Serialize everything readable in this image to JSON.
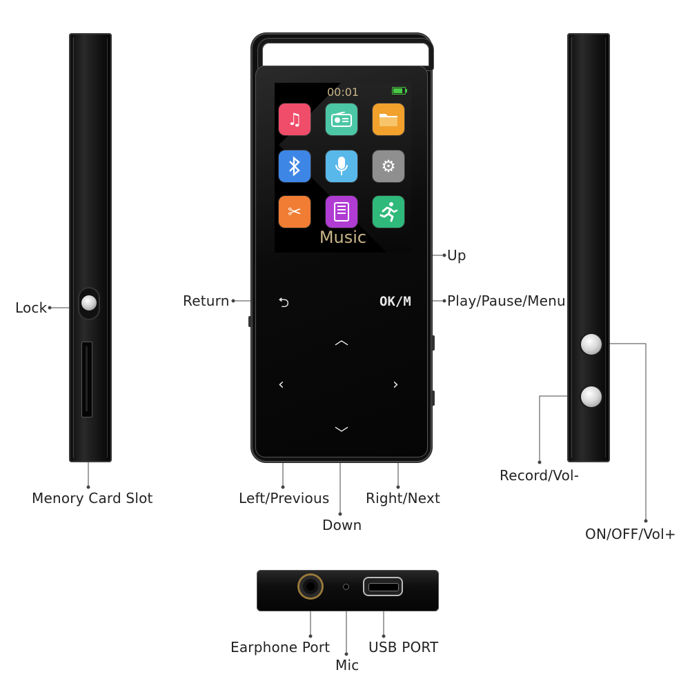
{
  "screen": {
    "time": "00:01",
    "title": "Music",
    "apps": [
      {
        "icon": "music-note-icon",
        "color": "#f04d6a"
      },
      {
        "icon": "radio-icon",
        "color": "#4cc7a6"
      },
      {
        "icon": "folder-icon",
        "color": "#f1a12c"
      },
      {
        "icon": "bluetooth-icon",
        "color": "#3e86e6"
      },
      {
        "icon": "microphone-icon",
        "color": "#59b8ea"
      },
      {
        "icon": "settings-gear-icon",
        "color": "#8f8f8f"
      },
      {
        "icon": "tools-icon",
        "color": "#f07d33"
      },
      {
        "icon": "ebook-icon",
        "color": "#b03cd3"
      },
      {
        "icon": "running-person-icon",
        "color": "#2fb97a"
      }
    ]
  },
  "keys": {
    "ok_menu": "OK/M"
  },
  "labels": {
    "up": "Up",
    "return": "Return",
    "play_pause_menu": "Play/Pause/Menu",
    "lock": "Lock",
    "memory_card_slot": "Menory Card Slot",
    "left_previous": "Left/Previous",
    "right_next": "Right/Next",
    "down": "Down",
    "record_vol_minus": "Record/Vol-",
    "on_off_vol_plus": "ON/OFF/Vol+",
    "earphone_port": "Earphone Port",
    "mic": "Mic",
    "usb_port": "USB PORT"
  }
}
